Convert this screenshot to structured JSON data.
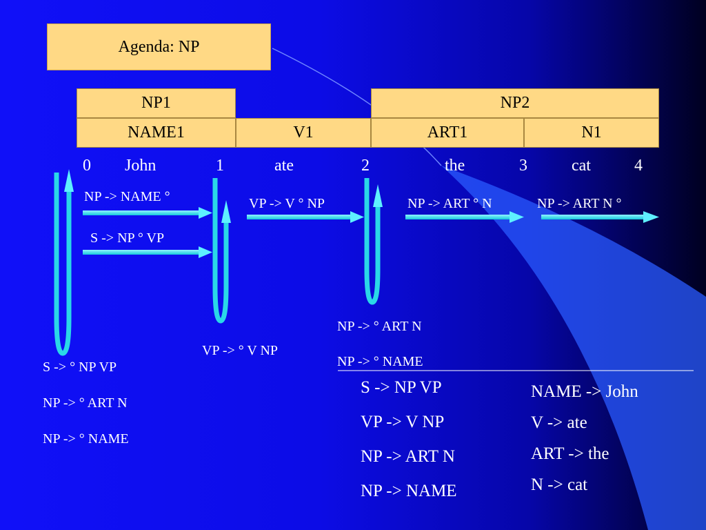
{
  "agenda": "Agenda: NP",
  "chart_row1": [
    "NP1",
    "NP2"
  ],
  "chart_row2": [
    "NAME1",
    "V1",
    "ART1",
    "N1"
  ],
  "positions": [
    "0",
    "John",
    "1",
    "ate",
    "2",
    "the",
    "3",
    "cat",
    "4"
  ],
  "edges": [
    "NP -> NAME °",
    "S -> NP ° VP",
    "VP -> V ° NP",
    "NP -> ART ° N",
    "NP -> ART N °"
  ],
  "loops": {
    "pos0": [
      "S -> ° NP VP",
      "NP -> ° ART N",
      "NP -> ° NAME"
    ],
    "pos1": [
      "VP -> ° V NP"
    ],
    "pos2": [
      "NP -> ° ART N",
      "NP -> ° NAME"
    ]
  },
  "grammar": [
    "S -> NP VP",
    "VP -> V NP",
    "NP -> ART N",
    "NP -> NAME"
  ],
  "lexicon": [
    "NAME -> John",
    "V -> ate",
    "ART -> the",
    "N -> cat"
  ],
  "colors": {
    "background": "#1010f8",
    "box": "#ffd985",
    "arrow": "#33e6f0"
  }
}
